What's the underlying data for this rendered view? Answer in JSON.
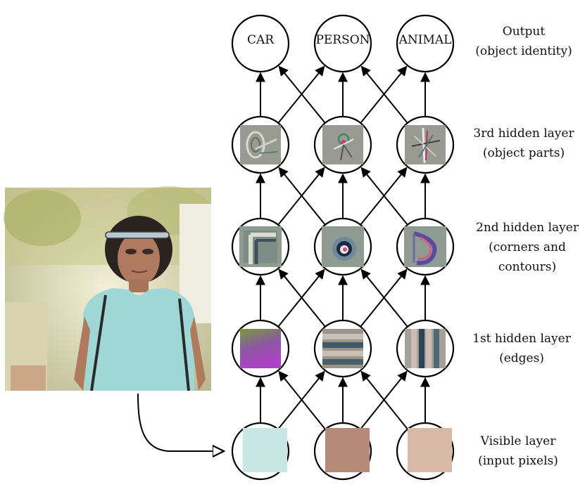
{
  "output_nodes": [
    "CAR",
    "PERSON",
    "ANIMAL"
  ],
  "layer_labels": {
    "output": [
      "Output",
      "(object identity)"
    ],
    "hidden3": [
      "3rd hidden layer",
      "(object parts)"
    ],
    "hidden2": [
      "2nd hidden layer",
      "(corners and",
      "contours)"
    ],
    "hidden1": [
      "1st hidden layer",
      "(edges)"
    ],
    "visible": [
      "Visible layer",
      "(input pixels)"
    ]
  },
  "input_pixel_colors": [
    "#c8e6e4",
    "#b58a78",
    "#d8b9a5"
  ],
  "feature_icons": {
    "hidden3": [
      "wheel-icon",
      "person-part-icon",
      "animal-part-icon"
    ],
    "hidden2": [
      "corner-icon",
      "circle-contour-icon",
      "curve-contour-icon"
    ],
    "hidden1": [
      "gradient-edge-icon",
      "horizontal-edge-icon",
      "vertical-edge-icon"
    ]
  },
  "colors": {
    "stroke": "#000000",
    "filter_gray": "#9a9a94",
    "photo_bg": "#d9d5b0",
    "shirt": "#9fd6d6"
  }
}
